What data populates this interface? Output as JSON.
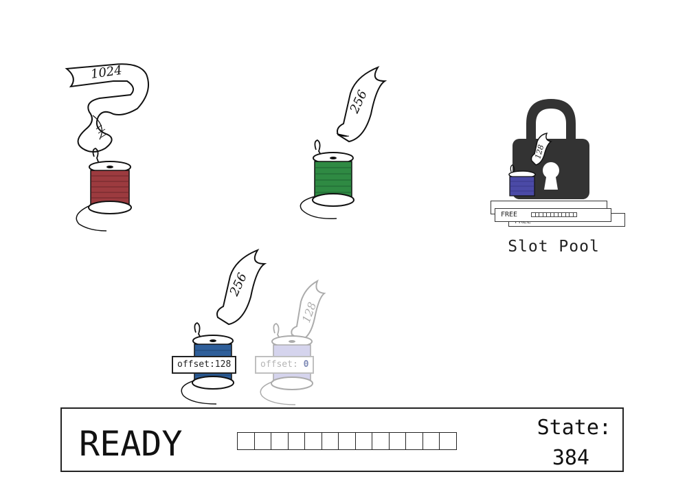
{
  "spools": [
    {
      "name": "red",
      "label": "1024",
      "color": "#9c3b3f"
    },
    {
      "name": "green",
      "label": "256",
      "color": "#2f8a43"
    },
    {
      "name": "blue",
      "label": "256",
      "color": "#2f5f9a",
      "offset_label": "offset:128"
    },
    {
      "name": "ghost",
      "label": "128",
      "color": "#8a86cc",
      "offset_prefix": "offset:",
      "offset_value": "0"
    },
    {
      "name": "pool",
      "label": "128",
      "color": "#4b4aa6"
    }
  ],
  "pool": {
    "title": "Slot Pool",
    "slot_label": "FREE",
    "slot_label_back": "FREE",
    "slot_cells": 12,
    "lock_color": "#333333"
  },
  "status": {
    "word": "READY",
    "cells": 13,
    "state_label": "State:",
    "state_value": "384"
  }
}
